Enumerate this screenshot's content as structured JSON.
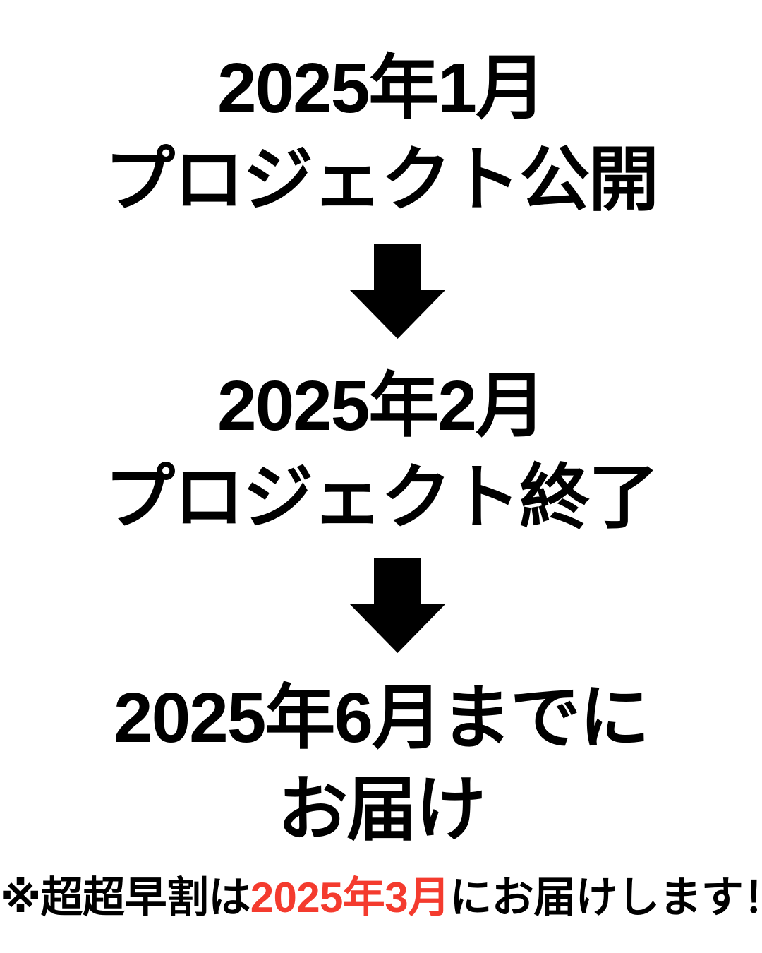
{
  "timeline": {
    "steps": [
      {
        "date": "2025年1月",
        "label": "プロジェクト公開"
      },
      {
        "date": "2025年2月",
        "label": "プロジェクト終了"
      },
      {
        "date": "2025年6月までに",
        "label": "お届け"
      }
    ],
    "arrow_icon": "down-arrow"
  },
  "note": {
    "prefix": "※超超早割は",
    "highlight": "2025年3月",
    "suffix": "にお届けします！"
  },
  "colors": {
    "background": "#ffffff",
    "text": "#000000",
    "highlight_red": "#f43b2e"
  }
}
